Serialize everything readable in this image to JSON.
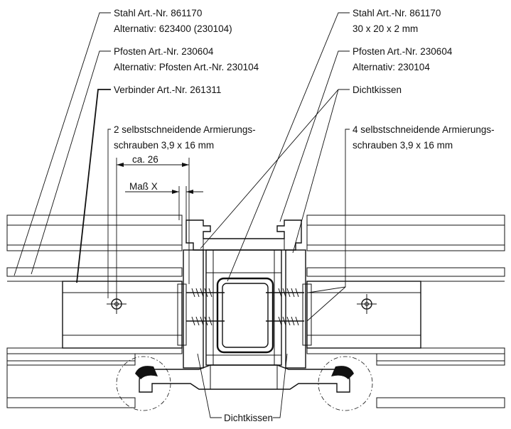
{
  "labels": {
    "left_steel": {
      "line1": "Stahl Art.-Nr. 861170",
      "line2": "Alternativ: 623400 (230104)"
    },
    "left_post": {
      "line1": "Pfosten Art.-Nr. 230604",
      "line2": "Alternativ: Pfosten Art.-Nr. 230104"
    },
    "connector": "Verbinder Art.-Nr. 261311",
    "left_screws": {
      "line1": "2 selbstschneidende Armierungs-",
      "line2": "schrauben 3,9 x 16 mm"
    },
    "right_steel": {
      "line1": "Stahl Art.-Nr. 861170",
      "line2": "30 x 20 x 2 mm"
    },
    "right_post": {
      "line1": "Pfosten Art.-Nr. 230604",
      "line2": "Alternativ: 230104"
    },
    "seal_top": "Dichtkissen",
    "right_screws": {
      "line1": "4 selbstschneidende Armierungs-",
      "line2": "schrauben 3,9 x 16 mm"
    },
    "seal_bottom": "Dichtkissen"
  },
  "dimensions": {
    "ca": "ca. 26",
    "mass_x": "Maß X"
  }
}
